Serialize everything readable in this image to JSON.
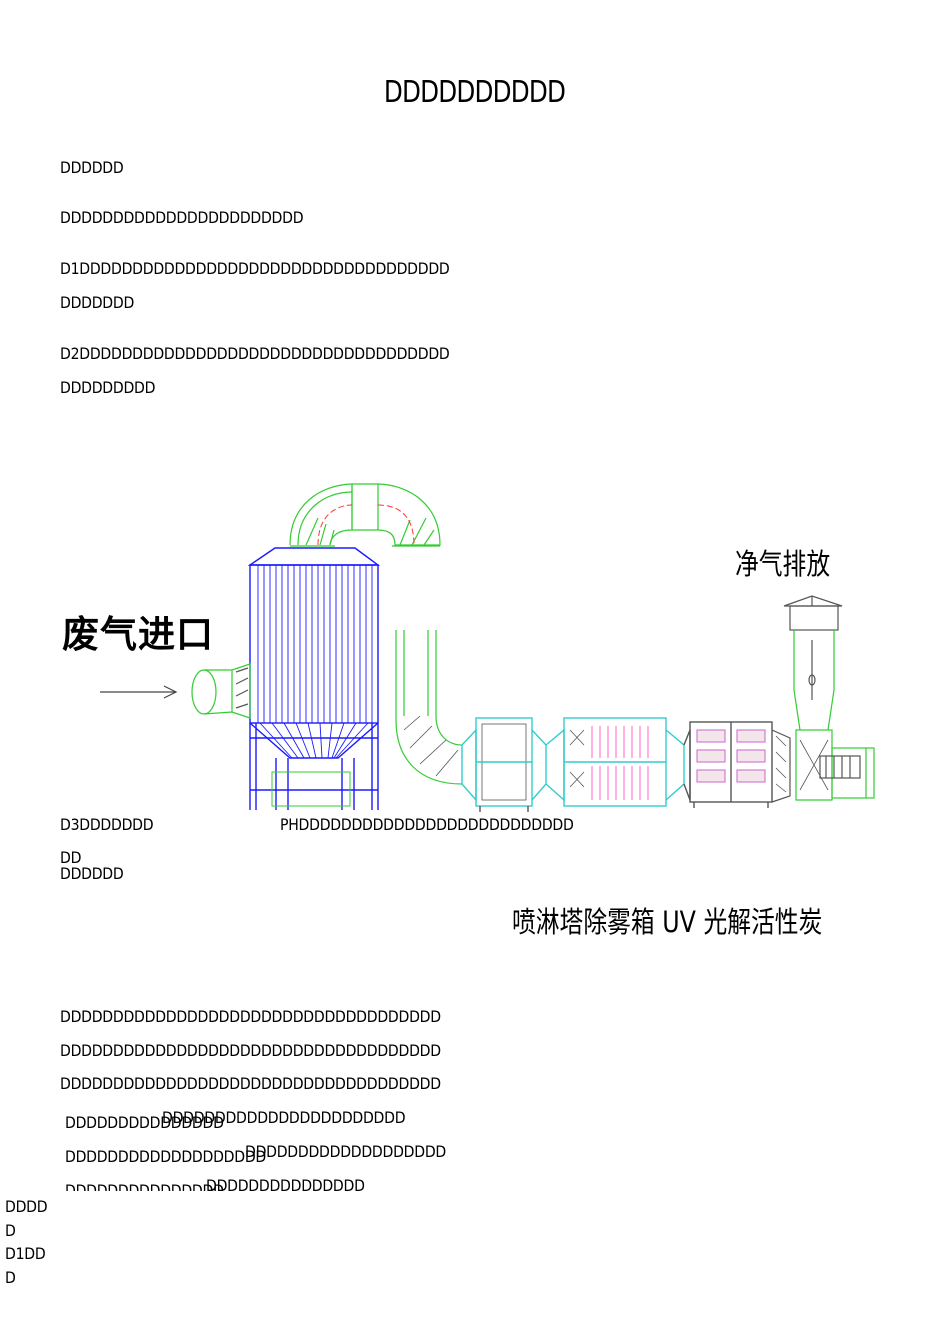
{
  "doc": {
    "title": "DDDDDDDDDD",
    "lines": [
      "DDDDDD",
      "DDDDDDDDDDDDDDDDDDDDDDD",
      "D1DDDDDDDDDDDDDDDDDDDDDDDDDDDDDDDDDDD",
      "DDDDDDD",
      "D2DDDDDDDDDDDDDDDDDDDDDDDDDDDDDDDDDDD",
      "DDDDDDDDD"
    ],
    "after_diagram": {
      "d3_label": "D3DDDDDDD",
      "ph_line": "PHDDDDDDDDDDDDDDDDDDDDDDDDDD",
      "dd": "DD",
      "dddddd": "DDDDDD"
    },
    "para2": [
      "DDDDDDDDDDDDDDDDDDDDDDDDDDDDDDDDDDDD",
      "DDDDDDDDDDDDDDDDDDDDDDDDDDDDDDDDDDDD",
      "DDDDDDDDDDDDDDDDDDDDDDDDDDDDDDDDDDDD"
    ],
    "overlap_rows": [
      {
        "a": "DDDDDDDDDDDDDDD",
        "b": "DDDDDDDDDDDDDDDDDDDDDDD"
      },
      {
        "a": "DDDDDDDDDDDDDDDDDDD",
        "b": "DDDDDDDDDDDDDDDDDDD"
      },
      {
        "a": "DDDDDDDDDDDDDDD",
        "b": "DDDDDDDDDDDDDDD"
      }
    ],
    "margin_notes": [
      "DDDD",
      "D",
      "D1DD",
      "D"
    ]
  },
  "diagram": {
    "inlet_label": "废气进口",
    "outlet_label": "净气排放",
    "process_caption": "喷淋塔除雾箱 UV 光解活性炭",
    "colors": {
      "tower": "#1a1aff",
      "duct": "#33cc33",
      "cyan": "#33cccc",
      "grey": "#555555",
      "pink": "#ff66cc",
      "accent": "#ff3333"
    }
  }
}
